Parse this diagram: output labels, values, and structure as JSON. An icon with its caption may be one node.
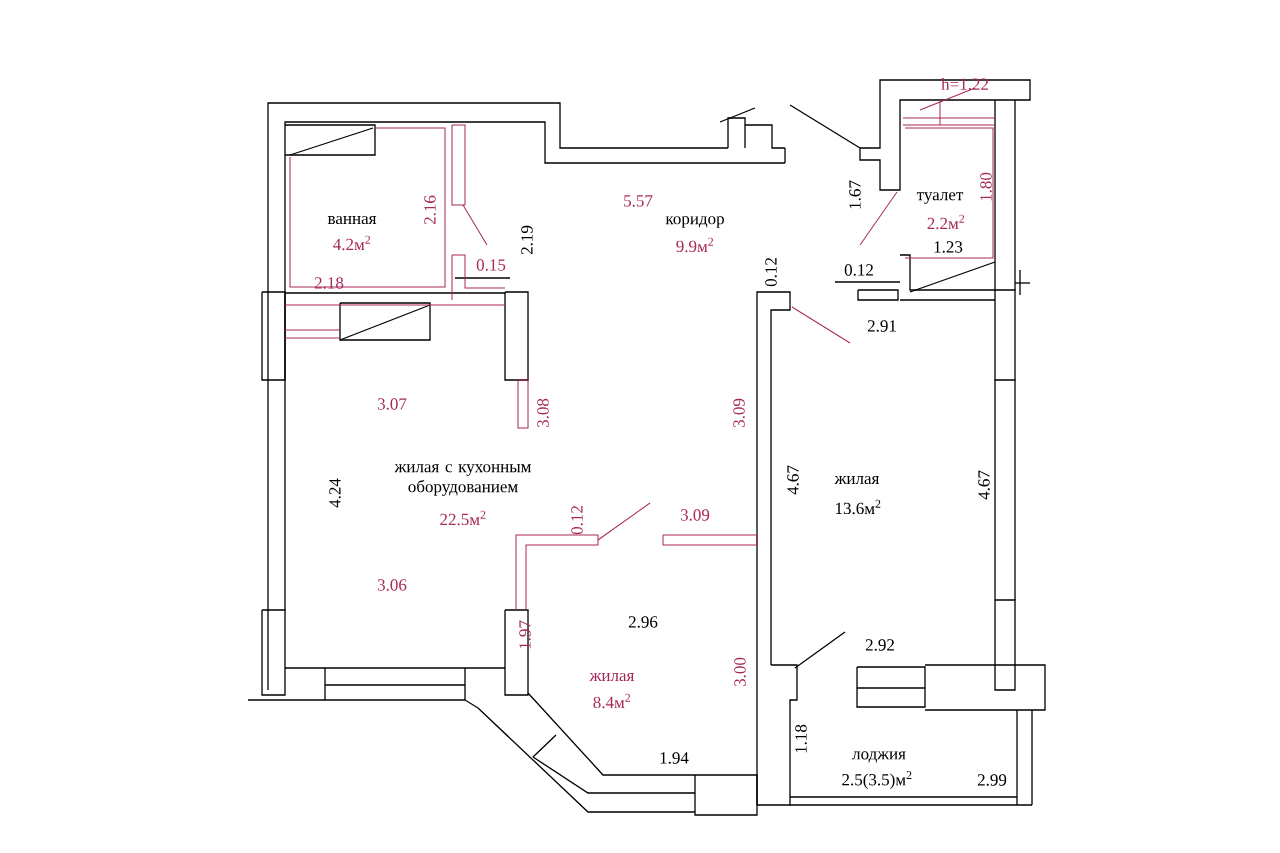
{
  "diagram": {
    "labels": [
      "h=1.22",
      "2.16",
      "ванная",
      "4.2м$^{2}$",
      "5.57",
      "коридор",
      "9.9м$^{2}$",
      "2.19",
      "1.67",
      "туалет",
      "2.2м$^{2}$",
      "1.80",
      "0.15",
      "0.12",
      "1.23",
      "0.12",
      "2.18",
      "2.91",
      "3.07",
      "3.08",
      "3.09",
      "жилая с кухонным оборудованием",
      "22.5м$^{2}$",
      "4.24",
      "0.12",
      "3.09",
      "4.67",
      "жилая",
      "13.6м$^{2}$",
      "4.67",
      "3.06",
      "1.97",
      "2.96",
      "2.92",
      "3.00",
      "жилая",
      "8.4м$^{2}$",
      "1.18",
      "1.94",
      "лоджия",
      "2.5(3.5)м$^{2}$",
      "2.99"
    ]
  }
}
